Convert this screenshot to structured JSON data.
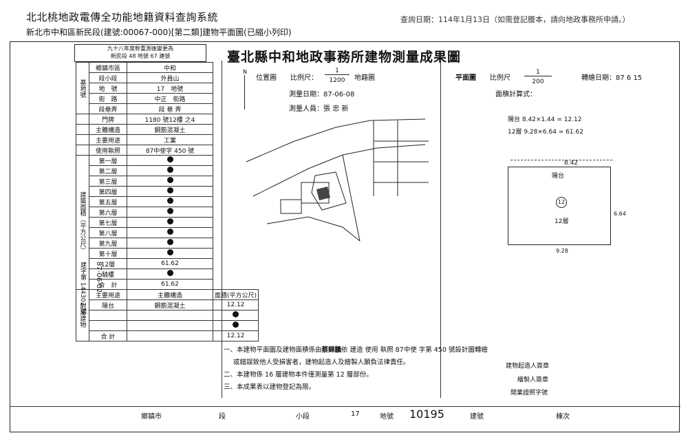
{
  "header": {
    "system_title": "北北桃地政電傳全功能地籍資料查詢系統",
    "subtitle": "新北市中和區新民段(建號:00067-000)[第二類]建物平面圖(已縮小列印)",
    "query_date": "查詢日期：114年1月13日（如需登記謄本，請向地政事務所申請。）"
  },
  "document": {
    "main_title": "臺北縣中和地政事務所建物測量成果圖",
    "top_note_line1": "九十八年度幹重測後變更為",
    "top_note_line2": "新民段 48 地號 67 建號",
    "location_map_label": "位置圖",
    "scale_label": "比例尺：",
    "scale_num": "1",
    "scale_den": "1200",
    "cadastral_label": "地籍圖",
    "survey_date": "測量日期：87-06-08",
    "surveyor": "測量人員：張 忠 新",
    "plan_label": "平面圖",
    "plan_scale_label": "比例尺",
    "plan_scale_num": "1",
    "plan_scale_den": "200",
    "transfer_date": "轉繪日期：87 6 15",
    "area_calc_label": "面積計算式：",
    "calc1": "陽台 8.42×1.44 = 12.12",
    "calc2": "12層 9.28×6.64 = 61.62",
    "plan_dim_top": "8.42",
    "plan_balcony": "陽台",
    "plan_floor_circle": "12",
    "plan_floor_label": "12層",
    "plan_dim_right": "6.64",
    "plan_dim_bottom": "9.28"
  },
  "left_table": {
    "base_label": "基地號",
    "rows": [
      {
        "k": "鄉鎮市區",
        "v": "中和"
      },
      {
        "k": "段小段",
        "v": "外員山"
      },
      {
        "k": "地　號",
        "v": "17　地號"
      },
      {
        "k": "街　路",
        "v": "中正　街路"
      },
      {
        "k": "段巷弄",
        "v": "段 巷 弄"
      },
      {
        "k": "門牌",
        "v": "1180 號12樓 之4"
      },
      {
        "k": "主體構造",
        "v": "鋼筋混凝土"
      },
      {
        "k": "主要用途",
        "v": "工業"
      },
      {
        "k": "使用執照",
        "v": "87中使字 450 號"
      }
    ],
    "floor_section_label": "建築面積（平方公尺）",
    "floors": [
      "第一層",
      "第二層",
      "第三層",
      "第四層",
      "第五層",
      "第六層",
      "第七層",
      "第八層",
      "第九層",
      "第十層",
      "12層"
    ],
    "floor_12_value": "61.62",
    "stair_label": "騎樓",
    "total_label": "合　計",
    "total_value": "61.62",
    "annex_label": "附屬建物",
    "annex_headers": [
      "主要用途",
      "主體構造",
      "面積(平方公尺)"
    ],
    "annex_use": "陽台",
    "annex_struct": "鋼筋混凝土",
    "annex_area": "12.12",
    "annex_total_label": "合 計",
    "annex_total": "12.12",
    "side_date": "87-06-02",
    "side_no": "建字第 144302 號"
  },
  "notes": {
    "n1a": "一、本建物平面圖及建物面積係由",
    "n1_name": "蔡錦鵬",
    "n1b": "依 建造 使用 執照 87中使 字第 450 號設計圖轉繪",
    "n1c": "或錯誤致他人受損害者，建物起造人及繪製人願負法律責任。",
    "n2": "二、本建物係 16 層建物本件僅測量第 12 層部份。",
    "n3": "三、本成果表以建物登記為限。",
    "sig1": "建物起造人簽章",
    "sig2": "繪製人簽章",
    "sig3": "開業證照字號"
  },
  "bottom": {
    "township": "鄉鎮市",
    "section": "段",
    "subsection": "小段",
    "lot_no": "17",
    "lot_label": "地號",
    "building_no": "10195",
    "building_label": "建號",
    "sheet": "棟次"
  }
}
